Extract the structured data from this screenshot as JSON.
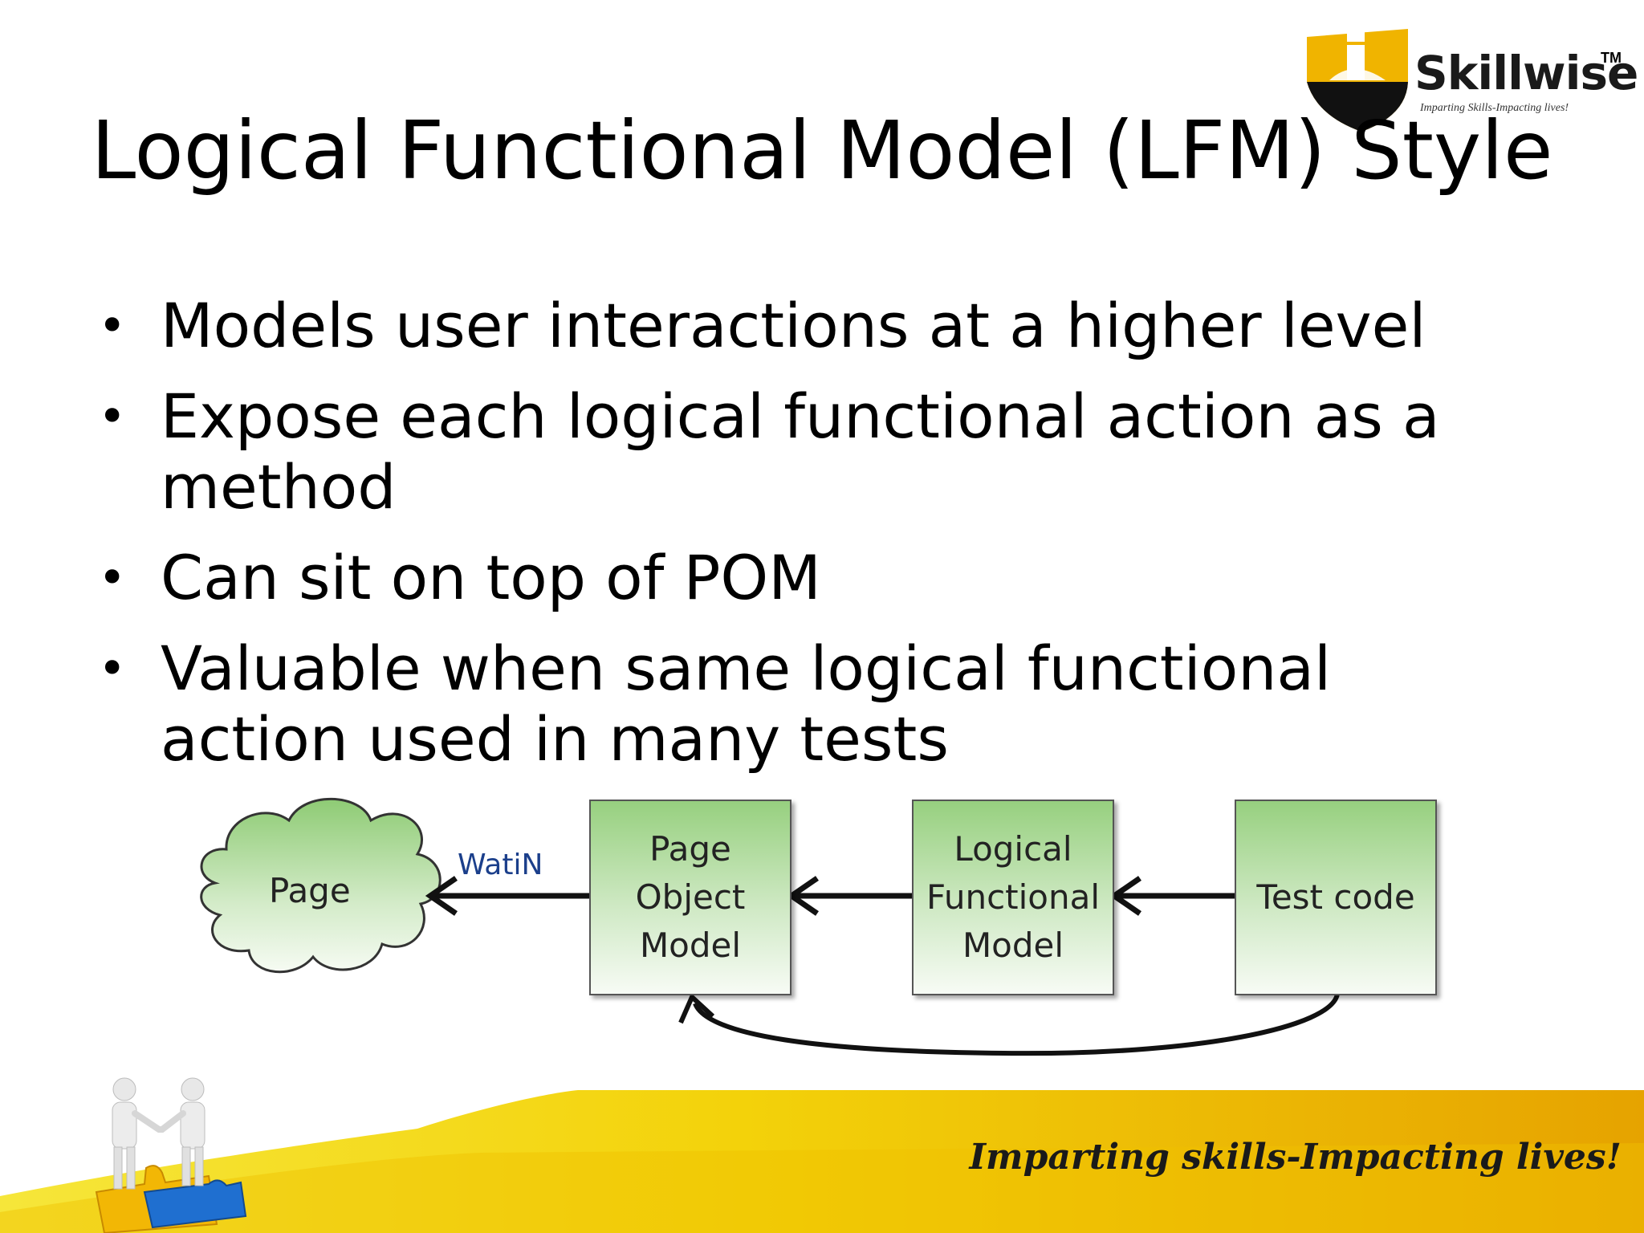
{
  "slide": {
    "title": "Logical Functional Model (LFM) Style",
    "bullets": [
      "Models user interactions at a higher level",
      "Expose each logical functional action as a method",
      "Can sit on top of POM",
      "Valuable when same logical functional action used in many tests"
    ],
    "bullet_glyph": "•"
  },
  "logo": {
    "name": "Skillwise",
    "trademark": "TM",
    "tagline": "Imparting Skills-Impacting lives!"
  },
  "diagram": {
    "cloud_label": "Page",
    "arrow_label": "WatiN",
    "boxes": [
      {
        "label": "Page\nObject\nModel"
      },
      {
        "label": "Logical\nFunctional\nModel"
      },
      {
        "label": "Test code"
      }
    ]
  },
  "footer": {
    "tagline": "Imparting skills-Impacting lives!"
  },
  "colors": {
    "box_green_top": "#97d07f",
    "footer_yellow": "#f3d20a",
    "footer_orange": "#e6a300",
    "watin_blue": "#1b3f8b"
  }
}
